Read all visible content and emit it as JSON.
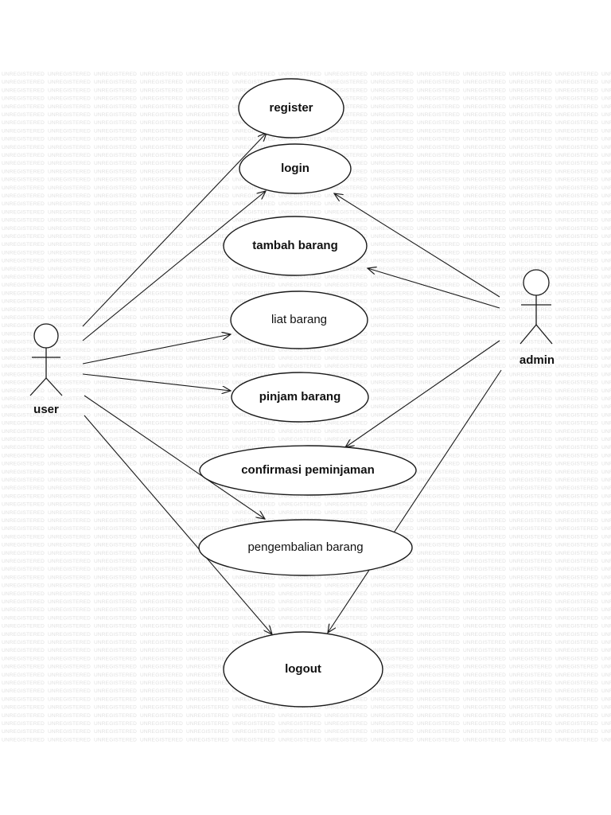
{
  "diagram": {
    "watermark_text": "UNREGISTERED",
    "actors": [
      {
        "id": "user",
        "label": "user"
      },
      {
        "id": "admin",
        "label": "admin"
      }
    ],
    "use_cases": [
      {
        "id": "register",
        "label": "register"
      },
      {
        "id": "login",
        "label": "login"
      },
      {
        "id": "tambah-barang",
        "label": "tambah barang"
      },
      {
        "id": "liat-barang",
        "label": "liat barang"
      },
      {
        "id": "pinjam-barang",
        "label": "pinjam barang"
      },
      {
        "id": "confirmasi-peminjaman",
        "label": "confirmasi peminjaman"
      },
      {
        "id": "pengembalian-barang",
        "label": "pengembalian barang"
      },
      {
        "id": "logout",
        "label": "logout"
      }
    ],
    "associations": [
      {
        "from": "user",
        "to": "register"
      },
      {
        "from": "user",
        "to": "login"
      },
      {
        "from": "user",
        "to": "liat-barang"
      },
      {
        "from": "user",
        "to": "pinjam-barang"
      },
      {
        "from": "user",
        "to": "pengembalian-barang"
      },
      {
        "from": "user",
        "to": "logout"
      },
      {
        "from": "admin",
        "to": "login"
      },
      {
        "from": "admin",
        "to": "tambah-barang"
      },
      {
        "from": "admin",
        "to": "confirmasi-peminjaman"
      },
      {
        "from": "admin",
        "to": "logout"
      }
    ]
  }
}
